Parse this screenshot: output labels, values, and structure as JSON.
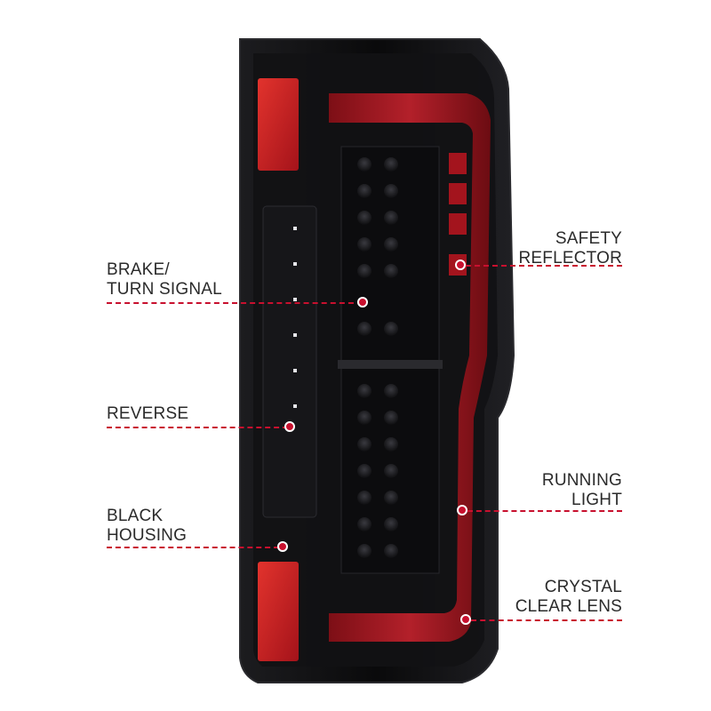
{
  "labels": {
    "brake_turn": [
      "BRAKE/",
      "TURN SIGNAL"
    ],
    "reverse": [
      "REVERSE"
    ],
    "black_housing": [
      "BLACK",
      "HOUSING"
    ],
    "safety_reflector": [
      "SAFETY",
      "REFLECTOR"
    ],
    "running_light": [
      "RUNNING",
      "LIGHT"
    ],
    "crystal_clear_lens": [
      "CRYSTAL",
      "CLEAR LENS"
    ]
  },
  "colors": {
    "accent": "#c8102e",
    "housing": "#0b0b0d",
    "light_bar": "#9e1620",
    "reflector": "#c81a1a",
    "text": "#2b2b2b"
  }
}
